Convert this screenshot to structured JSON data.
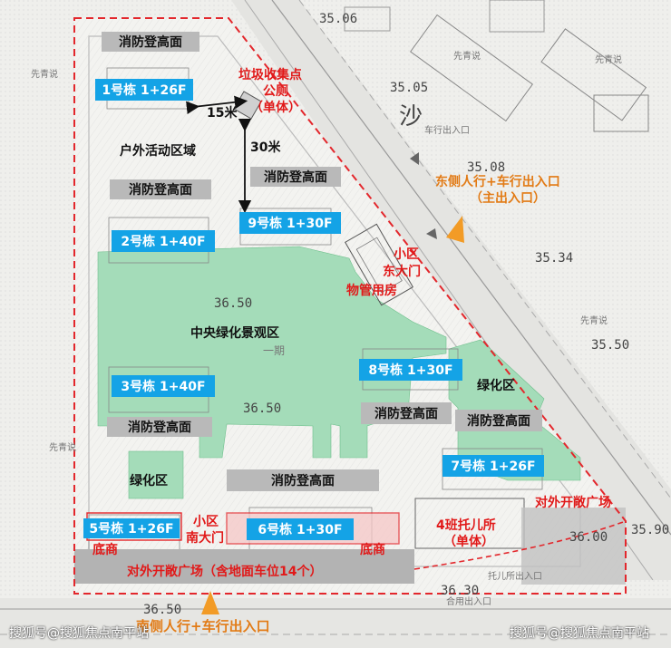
{
  "buildings": [
    {
      "id": "b1",
      "label": "1号栋  1+26F"
    },
    {
      "id": "b2",
      "label": "2号栋  1+40F"
    },
    {
      "id": "b3",
      "label": "3号栋  1+40F"
    },
    {
      "id": "b5",
      "label": "5号栋  1+26F"
    },
    {
      "id": "b6",
      "label": "6号栋  1+30F"
    },
    {
      "id": "b7",
      "label": "7号栋  1+26F"
    },
    {
      "id": "b8",
      "label": "8号栋  1+30F"
    },
    {
      "id": "b9",
      "label": "9号栋  1+30F"
    }
  ],
  "fire_areas": [
    "消防登高面",
    "消防登高面",
    "消防登高面",
    "消防登高面",
    "消防登高面",
    "消防登高面",
    "消防登高面"
  ],
  "zones": {
    "outdoor": "户外活动区域",
    "central": "中央绿化景观区",
    "green_east": "绿化区",
    "green_west": "绿化区",
    "phase": "一期"
  },
  "annotations": {
    "garbage": "垃圾收集点",
    "toilet": "公厕",
    "single1": "（单体）",
    "east_gate_1": "小区",
    "east_gate_2": "东大门",
    "property": "物管用房",
    "south_gate_1": "小区",
    "south_gate_2": "南大门",
    "shop_left": "底商",
    "shop_right": "底商",
    "kinder_1": "4班托儿所",
    "kinder_2": "（单体）",
    "plaza_east": "对外开敞广场",
    "plaza_south": "对外开敞广场（含地面车位14个）"
  },
  "entrances": {
    "east_1": "东侧人行+车行出入口",
    "east_2": "（主出入口）",
    "south": "南侧人行+车行出入口"
  },
  "distances": {
    "d15": "15米",
    "d30": "30米"
  },
  "elevations": [
    "35.06",
    "35.05",
    "35.08",
    "35.34",
    "35.50",
    "36.50",
    "36.50",
    "35.90",
    "36.00",
    "36.50",
    "36.30"
  ],
  "map_text": {
    "sha": "沙",
    "road_1": "先青说",
    "road_2": "先青说",
    "road_3": "先青说",
    "road_4": "先青说",
    "road_5": "先青说",
    "car_entry": "车行出入口",
    "kinder_entry": "托儿所出入口",
    "combined_entry": "合用出入口"
  },
  "watermark": {
    "left": "搜狐号@搜狐焦点南平站",
    "right": "搜狐号@搜狐焦点南平站"
  },
  "colors": {
    "building": "#14a3e6",
    "fire_area": "#b9b9b9",
    "green": "#a4dcb9",
    "boundary": "#e3272c",
    "label_red": "#e11919",
    "label_orange": "#e27b16",
    "plaza": "#b3b3b3",
    "shop": "#f6c7c7"
  },
  "legend_icons": [
    "double-arrow-icon",
    "entrance-arrow-icon"
  ]
}
